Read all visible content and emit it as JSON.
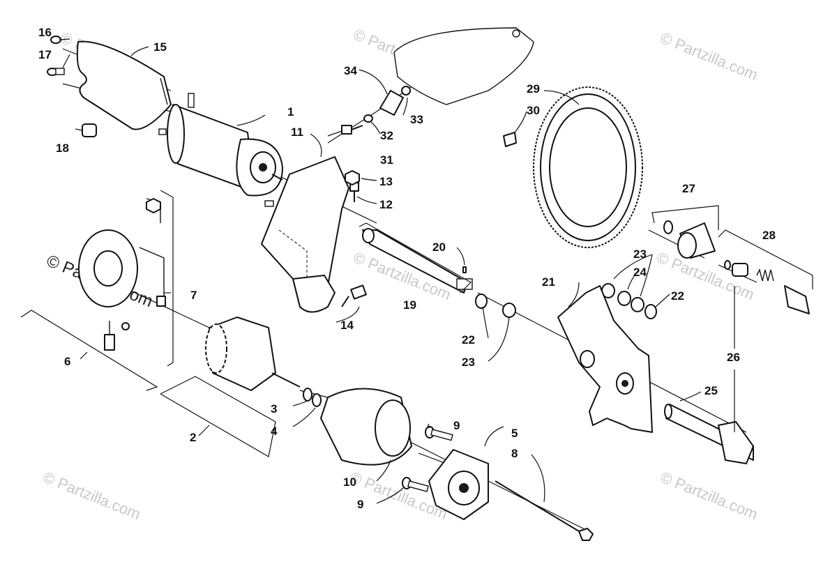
{
  "watermark": {
    "text": "© Partzilla.com"
  },
  "callouts": [
    {
      "id": "1",
      "label": "1"
    },
    {
      "id": "2",
      "label": "2"
    },
    {
      "id": "3",
      "label": "3"
    },
    {
      "id": "4",
      "label": "4"
    },
    {
      "id": "5",
      "label": "5"
    },
    {
      "id": "6",
      "label": "6"
    },
    {
      "id": "7",
      "label": "7"
    },
    {
      "id": "8",
      "label": "8"
    },
    {
      "id": "9a",
      "label": "9"
    },
    {
      "id": "9b",
      "label": "9"
    },
    {
      "id": "10",
      "label": "10"
    },
    {
      "id": "11",
      "label": "11"
    },
    {
      "id": "12",
      "label": "12"
    },
    {
      "id": "13",
      "label": "13"
    },
    {
      "id": "14",
      "label": "14"
    },
    {
      "id": "15",
      "label": "15"
    },
    {
      "id": "16",
      "label": "16"
    },
    {
      "id": "17",
      "label": "17"
    },
    {
      "id": "18",
      "label": "18"
    },
    {
      "id": "19",
      "label": "19"
    },
    {
      "id": "20",
      "label": "20"
    },
    {
      "id": "21",
      "label": "21"
    },
    {
      "id": "22a",
      "label": "22"
    },
    {
      "id": "22b",
      "label": "22"
    },
    {
      "id": "23a",
      "label": "23"
    },
    {
      "id": "23b",
      "label": "23"
    },
    {
      "id": "24",
      "label": "24"
    },
    {
      "id": "25",
      "label": "25"
    },
    {
      "id": "26",
      "label": "26"
    },
    {
      "id": "27",
      "label": "27"
    },
    {
      "id": "28",
      "label": "28"
    },
    {
      "id": "29",
      "label": "29"
    },
    {
      "id": "30",
      "label": "30"
    },
    {
      "id": "31",
      "label": "31"
    },
    {
      "id": "32",
      "label": "32"
    },
    {
      "id": "33",
      "label": "33"
    },
    {
      "id": "34",
      "label": "34"
    }
  ]
}
